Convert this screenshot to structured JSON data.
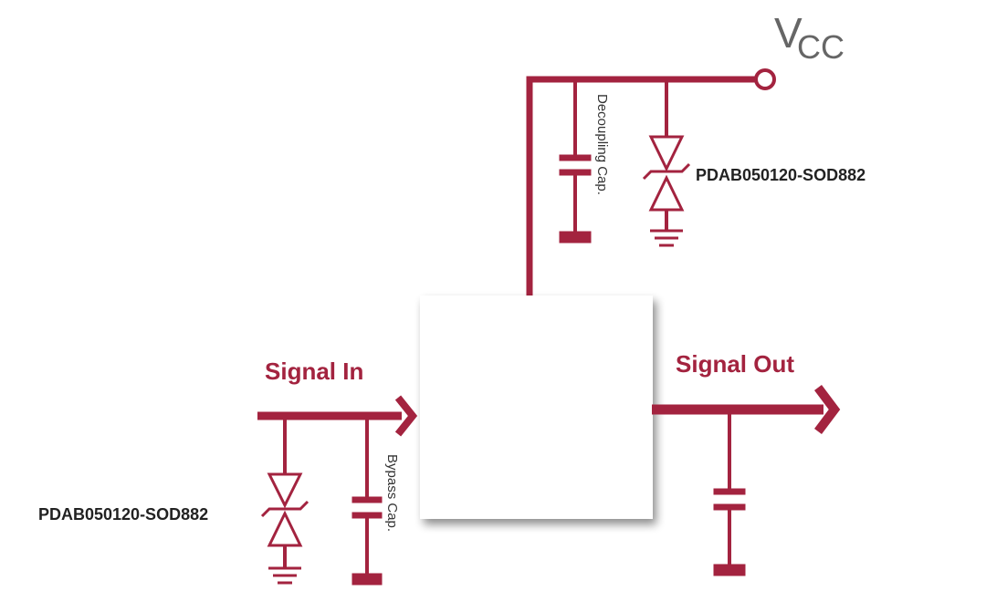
{
  "labels": {
    "vcc_v": "V",
    "vcc_cc": "CC",
    "decoupling_cap": "Decoupling Cap.",
    "tvs_top": "PDAB050120-SOD882",
    "signal_in": "Signal In",
    "signal_out": "Signal Out",
    "tvs_bottom": "PDAB050120-SOD882",
    "bypass_cap": "Bypass Cap."
  },
  "colors": {
    "wire": "#a3233f",
    "text_dark": "#222222",
    "block_fill": "#ffffff"
  }
}
